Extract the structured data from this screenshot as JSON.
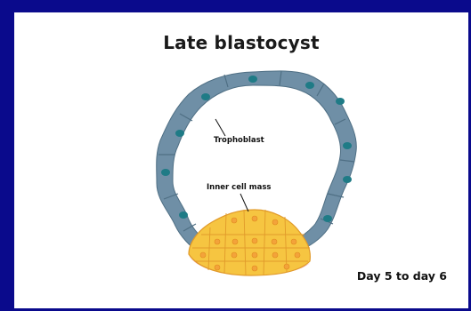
{
  "slide": {
    "title": "Late blastocyst",
    "labels": {
      "trophoblast": "Trophoblast",
      "inner_cell_mass": "Inner cell mass"
    },
    "footer": "Day 5 to day 6"
  },
  "colors": {
    "background": "#0a0a8c",
    "slide": "#ffffff",
    "trophoblast_cell": "#6f8fa6",
    "trophoblast_nucleus": "#1f7b86",
    "inner_cell_mass": "#f6c541",
    "inner_cell_outline": "#e19a2a",
    "inner_cell_base": "#e88a94"
  }
}
